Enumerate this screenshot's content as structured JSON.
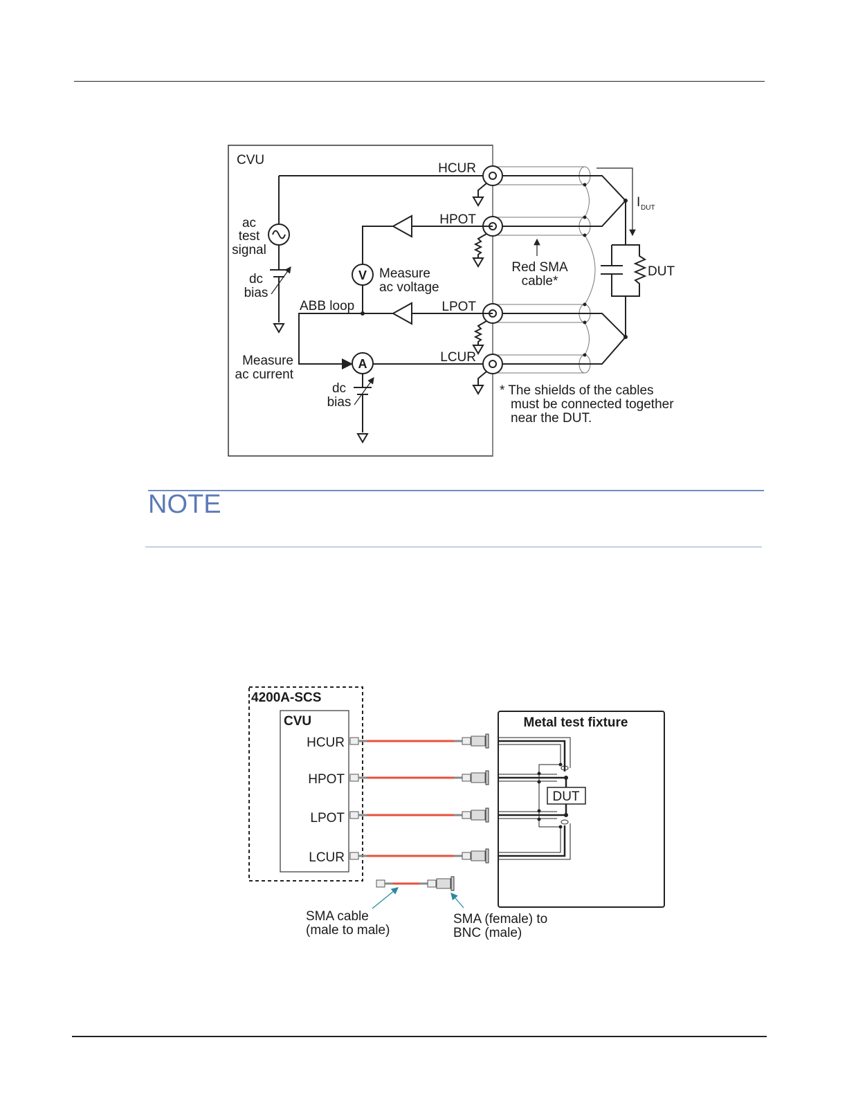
{
  "note": {
    "title": "NOTE"
  },
  "figure1": {
    "box_label": "CVU",
    "terminals": [
      "HCUR",
      "HPOT",
      "LPOT",
      "LCUR"
    ],
    "ac_source": [
      "ac",
      "test",
      "signal"
    ],
    "dc_bias_top": [
      "dc",
      "bias"
    ],
    "voltmeter_symbol": "V",
    "measure_voltage": [
      "Measure",
      "ac voltage"
    ],
    "abb_loop": "ABB loop",
    "measure_current": [
      "Measure",
      "ac current"
    ],
    "ammeter_symbol": "A",
    "dc_bias_bottom": [
      "dc",
      "bias"
    ],
    "cable_label": [
      "Red SMA",
      "cable*"
    ],
    "current_label": "I",
    "current_subscript": "DUT",
    "dut_label": "DUT",
    "footnote": [
      "* The shields of the cables",
      "must be connected together",
      "near the DUT."
    ]
  },
  "figure2": {
    "system_label": "4200A-SCS",
    "cvu_label": "CVU",
    "terminals": [
      "HCUR",
      "HPOT",
      "LPOT",
      "LCUR"
    ],
    "fixture_label": "Metal test fixture",
    "dut_label": "DUT",
    "sma_cable_label": [
      "SMA cable",
      "(male to male)"
    ],
    "adapter_label": [
      "SMA (female) to",
      "BNC (male)"
    ],
    "cable_color": "#e8503a",
    "arrow_color": "#2a8aa0"
  }
}
